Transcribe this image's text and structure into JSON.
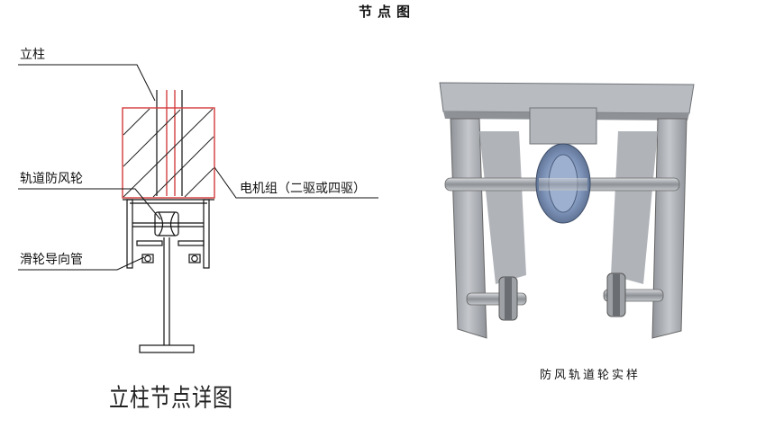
{
  "page_title": "节点图",
  "labels": {
    "column": "立柱",
    "anti_wind_wheel": "轨道防风轮",
    "motor_group": "电机组",
    "motor_group_note": "（二驱或四驱）",
    "pulley_guide_tube": "滑轮导向管"
  },
  "captions": {
    "detail": "立柱节点详图",
    "photo": "防风轨道轮实样"
  },
  "colors": {
    "section_box": "#d43a3a",
    "column_lines": "#c22",
    "line_work": "#111111",
    "steel": "#a9adb2",
    "wheel": "#7d93b8"
  }
}
